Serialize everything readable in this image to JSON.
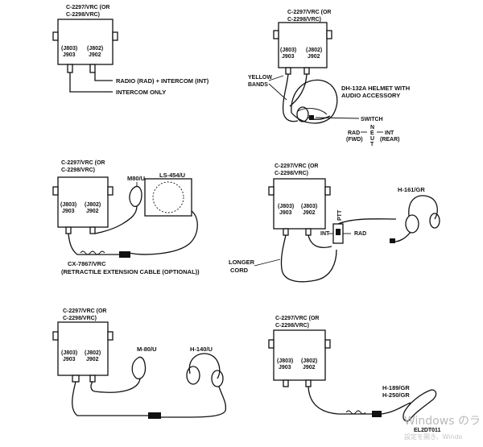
{
  "diagram": {
    "panel1": {
      "unit_line1": "C-2297/VRC (OR",
      "unit_line2": "C-2298/VRC)",
      "jack_left_top": "(J803)",
      "jack_left_bot": "J903",
      "jack_right_top": "(J802)",
      "jack_right_bot": "J902",
      "label_rad_int": "RADIO (RAD) + INTERCOM (INT)",
      "label_int_only": "INTERCOM ONLY"
    },
    "panel2": {
      "unit_line1": "C-2297/VRC (OR",
      "unit_line2": "C-2298/VRC)",
      "jack_left_top": "(J803)",
      "jack_left_bot": "J903",
      "jack_right_top": "(J802)",
      "jack_right_bot": "J902",
      "yellow_bands_1": "YELLOW",
      "yellow_bands_2": "BANDS",
      "helmet_1": "DH-132A HELMET WITH",
      "helmet_2": "AUDIO ACCESSORY",
      "switch": "SWITCH",
      "n": "N",
      "e": "E",
      "u": "U",
      "t": "T",
      "rad": "RAD",
      "fwd": "(FWD)",
      "int": "INT",
      "rear": "(REAR)"
    },
    "panel3": {
      "unit_line1": "C-2297/VRC (OR",
      "unit_line2": "C-2298/VRC)",
      "jack_left_top": "(J803)",
      "jack_left_bot": "J903",
      "jack_right_top": "(J802)",
      "jack_right_bot": "J902",
      "mic": "M80/U",
      "speaker": "LS-454/U",
      "cable_1": "CX-7867/VRC",
      "cable_2": "(RETRACTILE EXTENSION CABLE (OPTIONAL))"
    },
    "panel4": {
      "unit_line1": "C-2297/VRC (OR",
      "unit_line2": "C-2298/VRC)",
      "jack_left_top": "(J803)",
      "jack_left_bot": "J903",
      "jack_right_top": "(J803)",
      "jack_right_bot": "J902",
      "headset": "H-161/GR",
      "int": "INT",
      "rad": "RAD",
      "ptt": "PTT",
      "longer_1": "LONGER",
      "longer_2": "CORD"
    },
    "panel5": {
      "unit_line1": "C-2297/VRC (OR",
      "unit_line2": "C-2298/VRC)",
      "jack_left_top": "(J803)",
      "jack_left_bot": "J903",
      "jack_right_top": "(J802)",
      "jack_right_bot": "J902",
      "mic": "M-80/U",
      "headset": "H-140/U"
    },
    "panel6": {
      "unit_line1": "C-2297/VRC (OR",
      "unit_line2": "C-2298/VRC)",
      "jack_left_top": "(J803)",
      "jack_left_bot": "J903",
      "jack_right_top": "(J802)",
      "jack_right_bot": "J902",
      "handset_1": "H-189/GR",
      "handset_2": "H-250/GR",
      "figure_code": "EL2DT011"
    }
  },
  "watermark": {
    "line1": "Windows のラ",
    "line2": "設定を開き、Windo"
  }
}
